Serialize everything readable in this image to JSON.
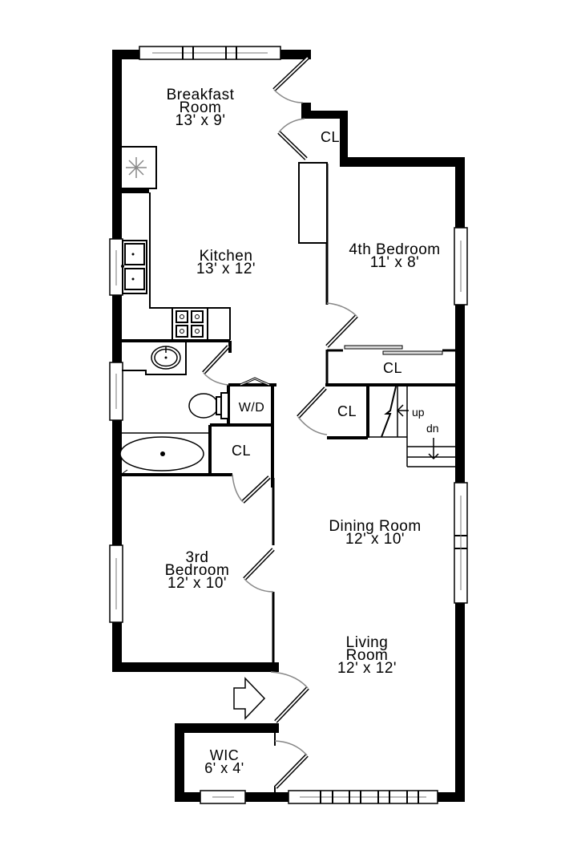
{
  "floor_plan": {
    "rooms": [
      {
        "id": "breakfast",
        "name_lines": [
          "Breakfast",
          "Room"
        ],
        "dims": "13' x 9'"
      },
      {
        "id": "kitchen",
        "name_lines": [
          "Kitchen"
        ],
        "dims": "13' x 12'"
      },
      {
        "id": "bedroom4",
        "name_lines": [
          "4th Bedroom"
        ],
        "dims": "11' x 8'"
      },
      {
        "id": "dining",
        "name_lines": [
          "Dining Room"
        ],
        "dims": "12' x 10'"
      },
      {
        "id": "bedroom3",
        "name_lines": [
          "3rd",
          "Bedroom"
        ],
        "dims": "12' x 10'"
      },
      {
        "id": "living",
        "name_lines": [
          "Living",
          "Room"
        ],
        "dims": "12' x 12'"
      },
      {
        "id": "wic",
        "name_lines": [
          "WIC"
        ],
        "dims": "6' x 4'"
      }
    ],
    "closets": [
      {
        "id": "cl-breakfast",
        "label": "CL"
      },
      {
        "id": "cl-bedroom4",
        "label": "CL"
      },
      {
        "id": "cl-hall",
        "label": "CL"
      },
      {
        "id": "cl-bath",
        "label": "CL"
      }
    ],
    "utility": {
      "washer_dryer": "W/D"
    },
    "stairs": {
      "up": "up",
      "down": "dn"
    },
    "fixtures": [
      "refrigerator-icon",
      "double-sink-icon",
      "range-icon",
      "bathroom-sink-icon",
      "toilet-icon",
      "bathtub-icon"
    ],
    "entry": "entry-arrow-icon"
  }
}
